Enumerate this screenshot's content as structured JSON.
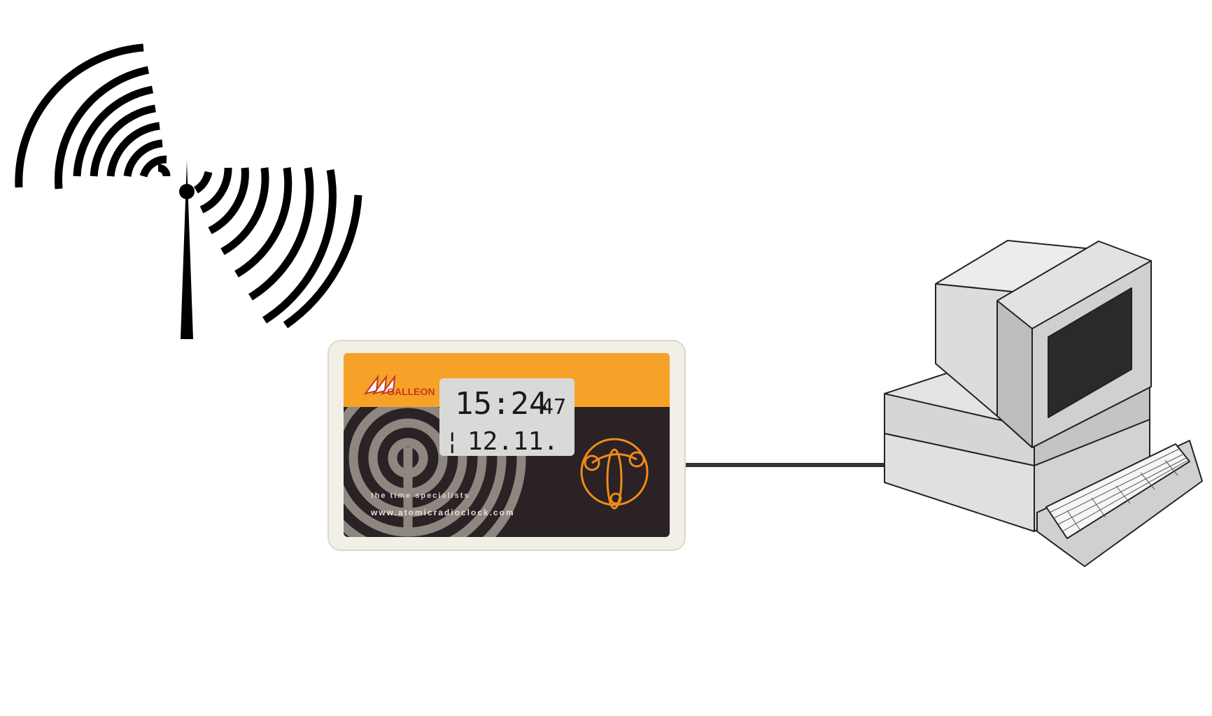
{
  "device": {
    "brand": "GALLEON",
    "time_main": "15:24",
    "time_seconds": "47",
    "date": "12.11.",
    "tagline": "the time specialists",
    "website": "www.atomicradioclock.com"
  },
  "colors": {
    "orange": "#f6a229",
    "dark_panel": "#2a2224",
    "case": "#f1efe6",
    "lcd": "#d9dad8",
    "brand_red": "#c8361c"
  }
}
